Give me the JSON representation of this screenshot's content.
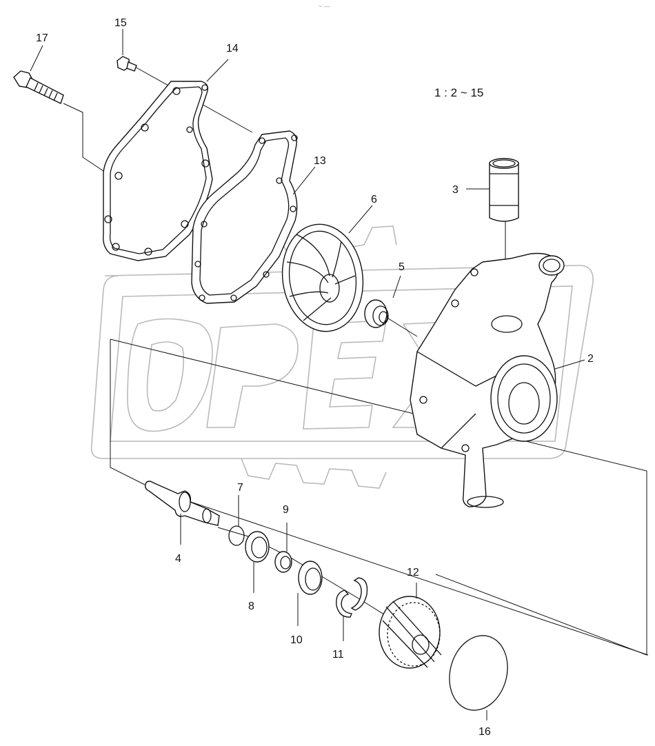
{
  "scale_note": "1 : 2 ~ 15",
  "watermark": {
    "text": "OPEX",
    "color": "#b9b9b9"
  },
  "top_mark": "~ —",
  "labels": {
    "p2": "2",
    "p3": "3",
    "p4": "4",
    "p5": "5",
    "p6": "6",
    "p7": "7",
    "p8": "8",
    "p9": "9",
    "p10": "10",
    "p11": "11",
    "p12": "12",
    "p13": "13",
    "p14": "14",
    "p15": "15",
    "p16": "16",
    "p17": "17"
  },
  "colors": {
    "line": "#111111",
    "background": "#ffffff"
  }
}
